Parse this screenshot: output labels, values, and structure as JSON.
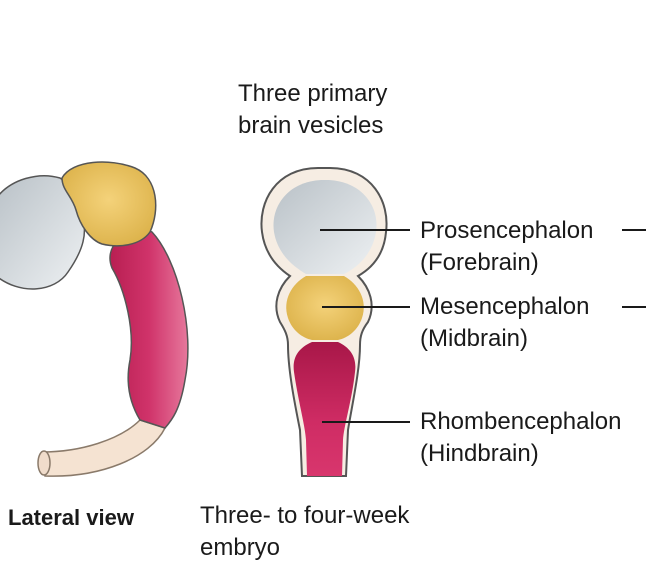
{
  "heading": {
    "line1": "Three primary",
    "line2": "brain vesicles"
  },
  "vesicles": [
    {
      "name": "Prosencephalon",
      "common": "(Forebrain)",
      "color": "#c9d0d5"
    },
    {
      "name": "Mesencephalon",
      "common": "(Midbrain)",
      "color": "#e6c05a"
    },
    {
      "name": "Rhombencephalon",
      "common": "(Hindbrain)",
      "color": "#c8275e"
    }
  ],
  "captions": {
    "lateral": "Lateral view",
    "embryo_line1": "Three- to four-week",
    "embryo_line2": "embryo"
  },
  "colors": {
    "spinal_cord": "#f5e3d2",
    "outline": "#555555",
    "leader_line": "#1a1a1a"
  }
}
